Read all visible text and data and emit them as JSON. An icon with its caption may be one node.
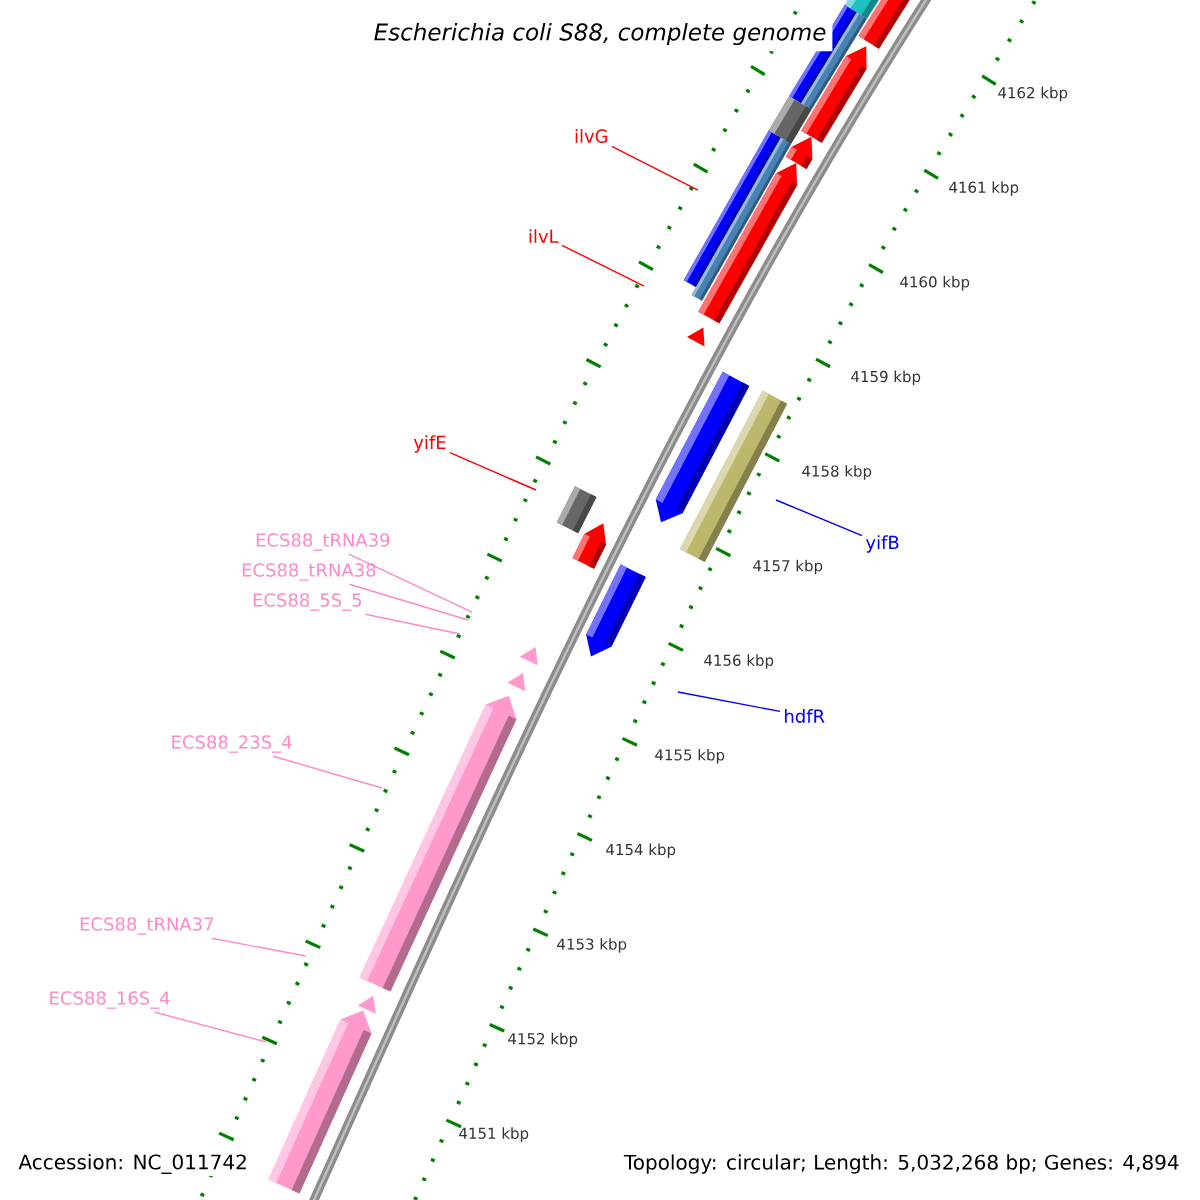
{
  "diagram": {
    "title": "Escherichia coli S88, complete genome",
    "nodes": [
      {
        "text": [
          "ilvG"
        ]
      },
      {
        "text": [
          "ilvL"
        ]
      },
      {
        "text": [
          "yifE"
        ]
      },
      {
        "text": [
          "ECS88_tRNA39"
        ]
      },
      {
        "text": [
          "ECS88_tRNA38"
        ]
      },
      {
        "text": [
          "ECS88_5S_5"
        ]
      },
      {
        "text": [
          "ECS88_23S_4"
        ]
      },
      {
        "text": [
          "ECS88_tRNA37"
        ]
      },
      {
        "text": [
          "ECS88_16S_4"
        ]
      },
      {
        "text": [
          "yifB"
        ]
      },
      {
        "text": [
          "hdfR"
        ]
      }
    ],
    "edges": [
      {
        "from": 0,
        "to": null,
        "arrow": "none",
        "color": "#ff0000"
      },
      {
        "from": 1,
        "to": null,
        "arrow": "none",
        "color": "#ff0000"
      },
      {
        "from": 2,
        "to": null,
        "arrow": "none",
        "color": "#ff0000"
      },
      {
        "from": 3,
        "to": null,
        "arrow": "none"
      },
      {
        "from": 4,
        "to": null,
        "arrow": "none"
      },
      {
        "from": 5,
        "to": null,
        "arrow": "none"
      },
      {
        "from": 6,
        "to": null,
        "arrow": "none"
      },
      {
        "from": 7,
        "to": null,
        "arrow": "none"
      },
      {
        "from": 8,
        "to": null,
        "arrow": "none"
      },
      {
        "from": 9,
        "to": null,
        "arrow": "none",
        "color": "#0000ff"
      },
      {
        "from": 10,
        "to": null,
        "arrow": "none",
        "color": "#0000ff"
      }
    ],
    "labels": [
      "4162 kbp",
      "4161 kbp",
      "4160 kbp",
      "4159 kbp",
      "4158 kbp",
      "4157 kbp",
      "4156 kbp",
      "4155 kbp",
      "4154 kbp",
      "4153 kbp",
      "4152 kbp",
      "4151 kbp",
      "Accession: NC_011742",
      "Topology: circular; Length: 5,032,268 bp; Genes: 4,894"
    ]
  }
}
